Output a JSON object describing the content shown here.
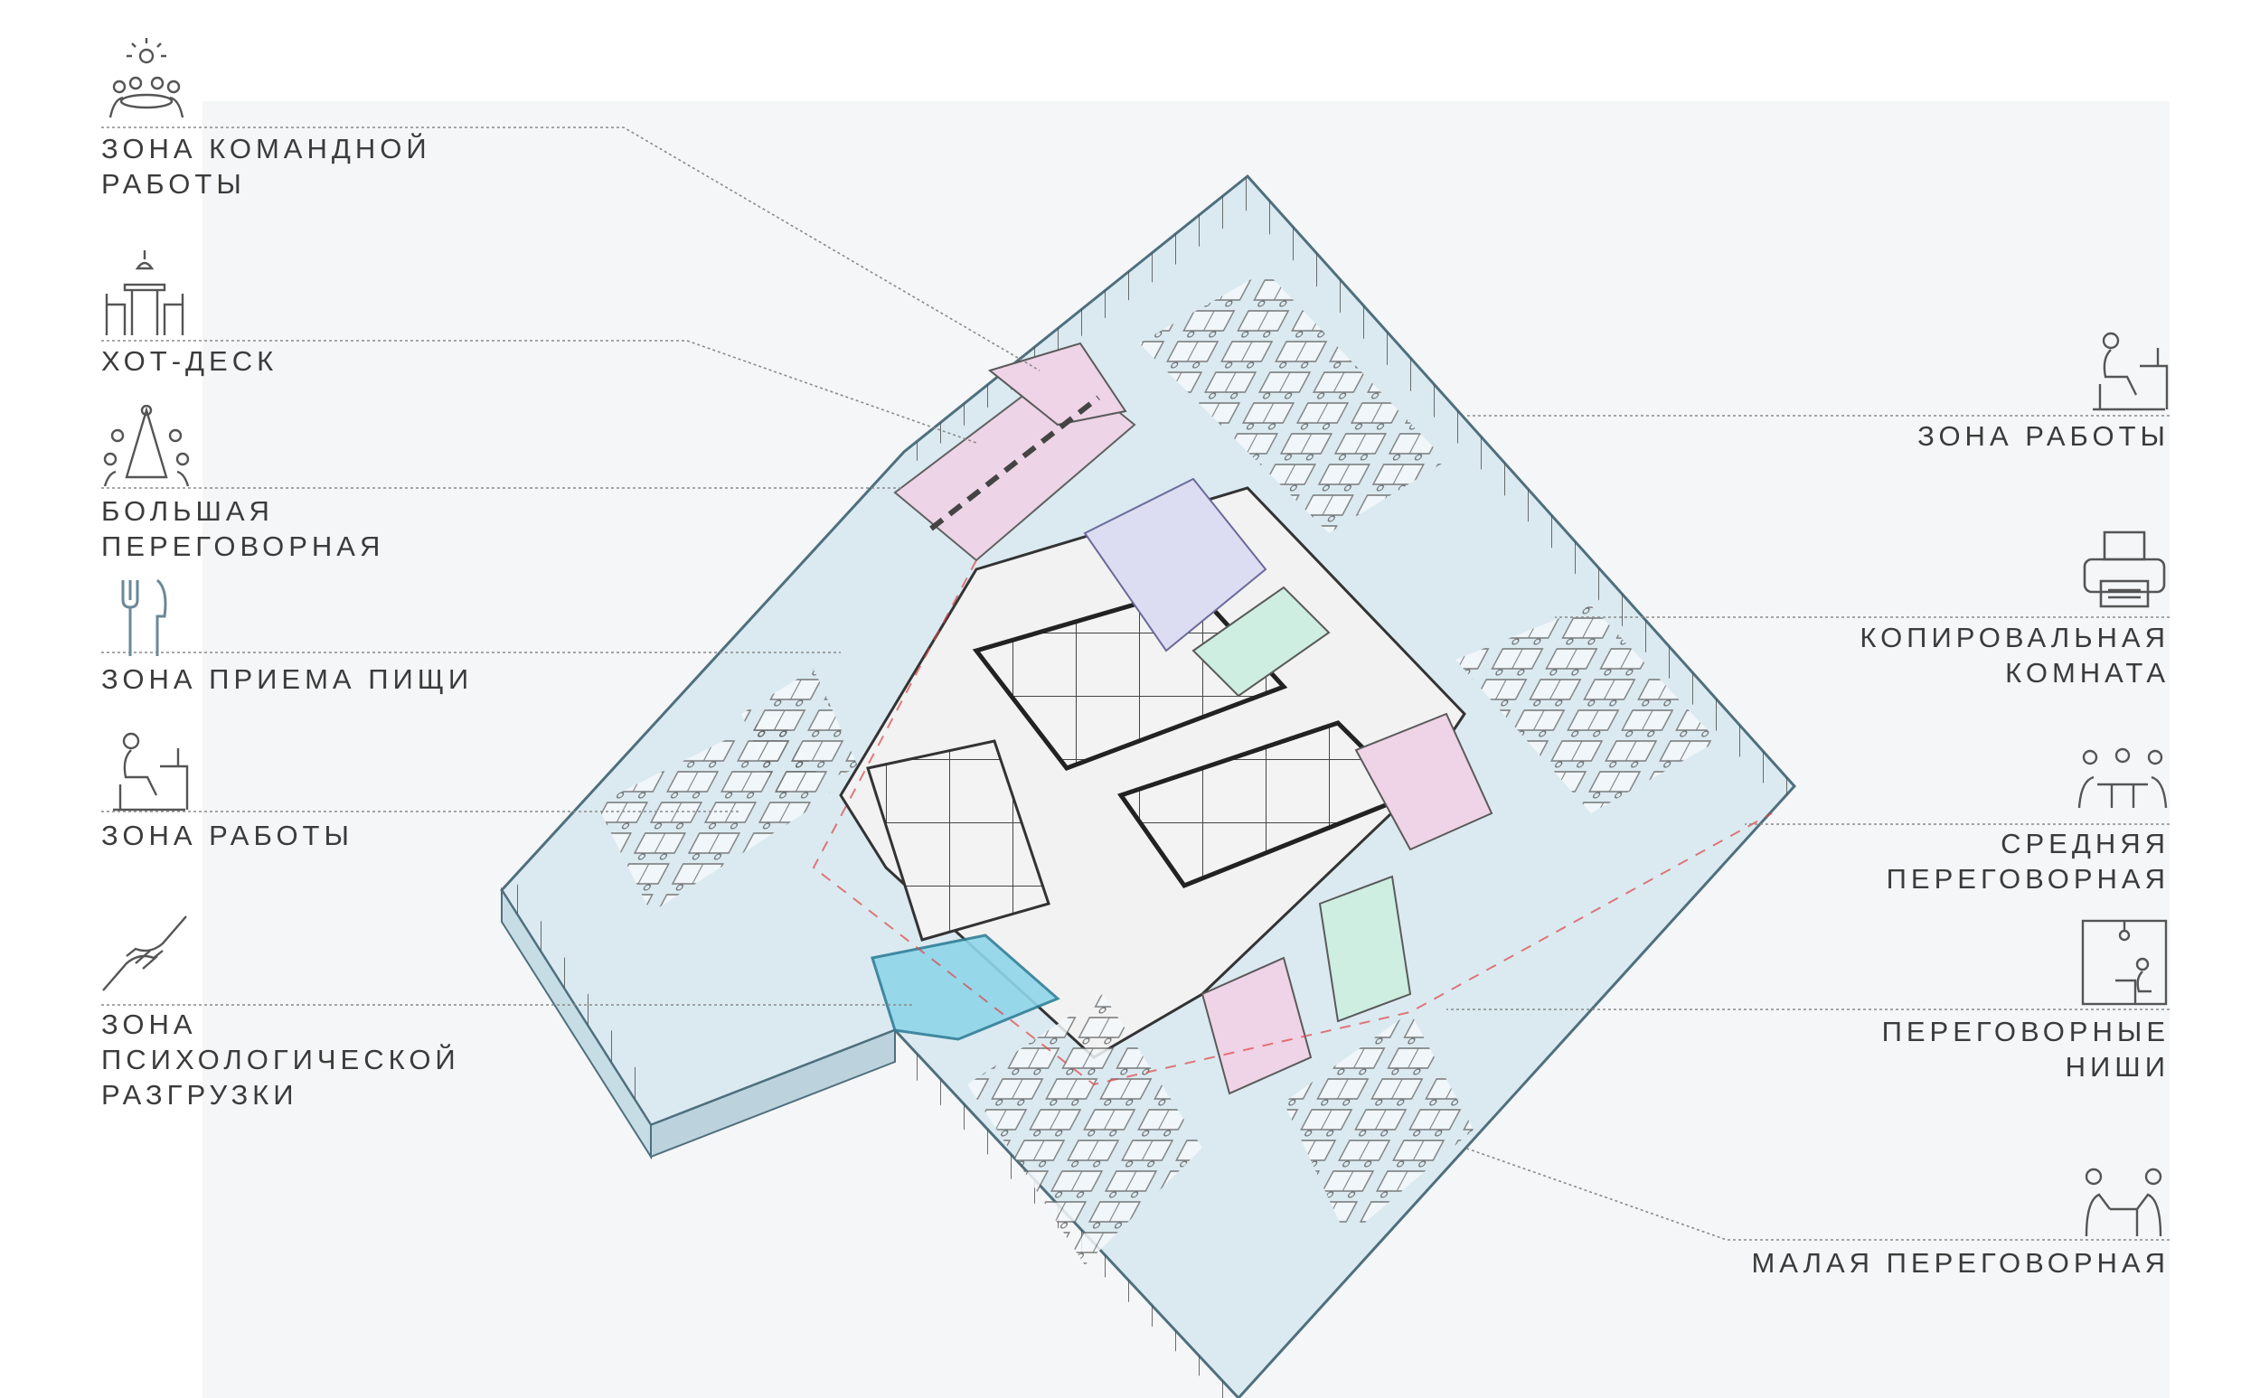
{
  "colors": {
    "work_zone": "#cfe3ec",
    "meeting_pink": "#efd3e6",
    "dining_lilac": "#dcdcf3",
    "relax_blue": "#8fd6ea",
    "copy_mint": "#cdeee1",
    "leader_line": "#8a8a8a",
    "label_text": "#3b3b3b"
  },
  "legend_left": [
    {
      "id": "team",
      "icon": "team-work-icon",
      "lines": [
        "ЗОНА КОМАНДНОЙ",
        "РАБОТЫ"
      ]
    },
    {
      "id": "hotdesk",
      "icon": "hot-desk-icon",
      "lines": [
        "ХОТ-ДЕСК"
      ]
    },
    {
      "id": "bigmeeting",
      "icon": "large-meeting-icon",
      "lines": [
        "БОЛЬШАЯ",
        "ПЕРЕГОВОРНАЯ"
      ]
    },
    {
      "id": "dining",
      "icon": "fork-knife-icon",
      "lines": [
        "ЗОНА ПРИЕМА ПИЩИ"
      ]
    },
    {
      "id": "work_left",
      "icon": "workstation-icon",
      "lines": [
        "ЗОНА РАБОТЫ"
      ]
    },
    {
      "id": "relax",
      "icon": "hands-icon",
      "lines": [
        "ЗОНА",
        "ПСИХОЛОГИЧЕСКОЙ",
        "РАЗГРУЗКИ"
      ]
    }
  ],
  "legend_right": [
    {
      "id": "work_right",
      "icon": "workstation-icon",
      "lines": [
        "ЗОНА РАБОТЫ"
      ]
    },
    {
      "id": "copy",
      "icon": "printer-icon",
      "lines": [
        "КОПИРОВАЛЬНАЯ",
        "КОМНАТА"
      ]
    },
    {
      "id": "midmeeting",
      "icon": "medium-meeting-icon",
      "lines": [
        "СРЕДНЯЯ",
        "ПЕРЕГОВОРНАЯ"
      ]
    },
    {
      "id": "niches",
      "icon": "meeting-niche-icon",
      "lines": [
        "ПЕРЕГОВОРНЫЕ",
        "НИШИ"
      ]
    },
    {
      "id": "smallmeeting",
      "icon": "small-meeting-icon",
      "lines": [
        "МАЛАЯ ПЕРЕГОВОРНАЯ"
      ]
    }
  ]
}
